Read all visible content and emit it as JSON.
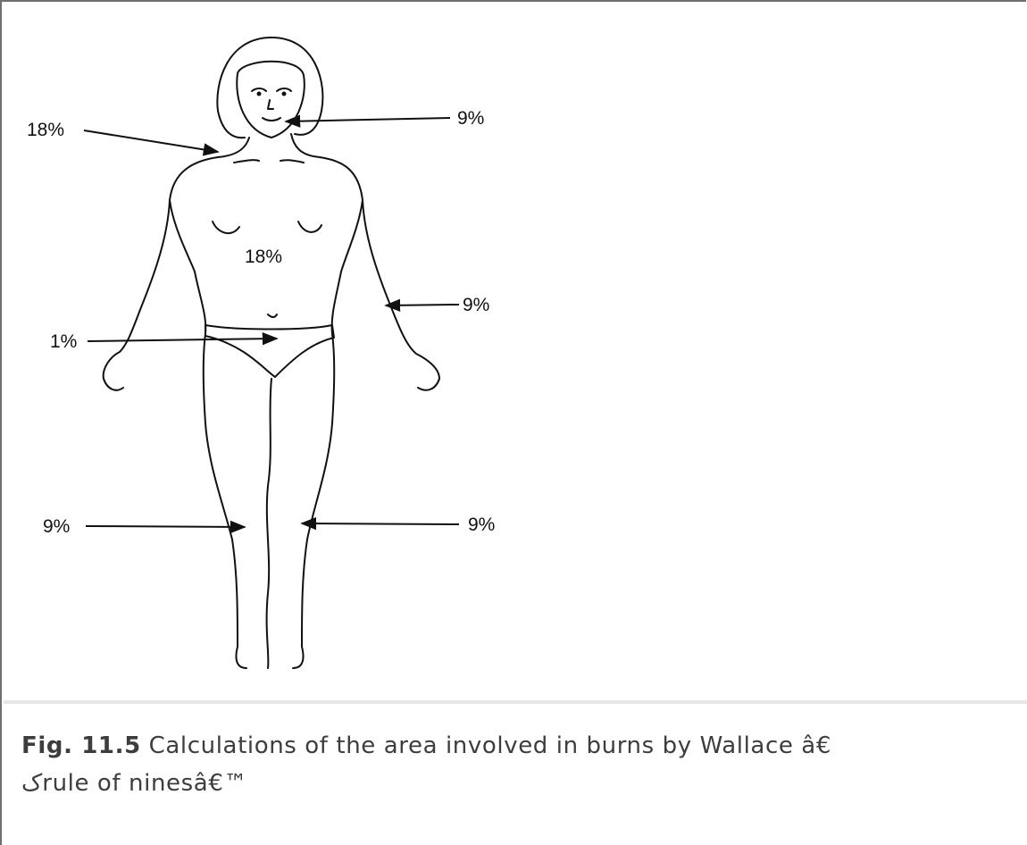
{
  "figure": {
    "labels": {
      "neck_left": "18%",
      "head_right": "9%",
      "trunk": "18%",
      "arm_right": "9%",
      "perineum_left": "1%",
      "leg_left": "9%",
      "leg_right": "9%"
    },
    "caption": {
      "label": "Fig. 11.5",
      "text": " Calculations of the area involved in burns by Wallace â€",
      "line2": "ک",
      "line2_rest": "rule of ninesâ€™"
    }
  }
}
